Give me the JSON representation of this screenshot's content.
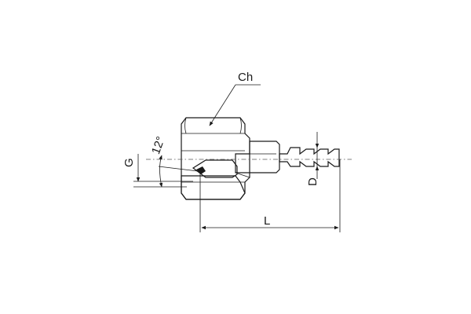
{
  "labels": {
    "hex": "Ch",
    "thread": "G",
    "angle": "12°",
    "bore": "D",
    "length": "L"
  },
  "colors": {
    "line": "#1a1a1a",
    "body_fill": "#d2d2d2",
    "body_light": "#ededed",
    "body_dark": "#a8a8a8"
  }
}
